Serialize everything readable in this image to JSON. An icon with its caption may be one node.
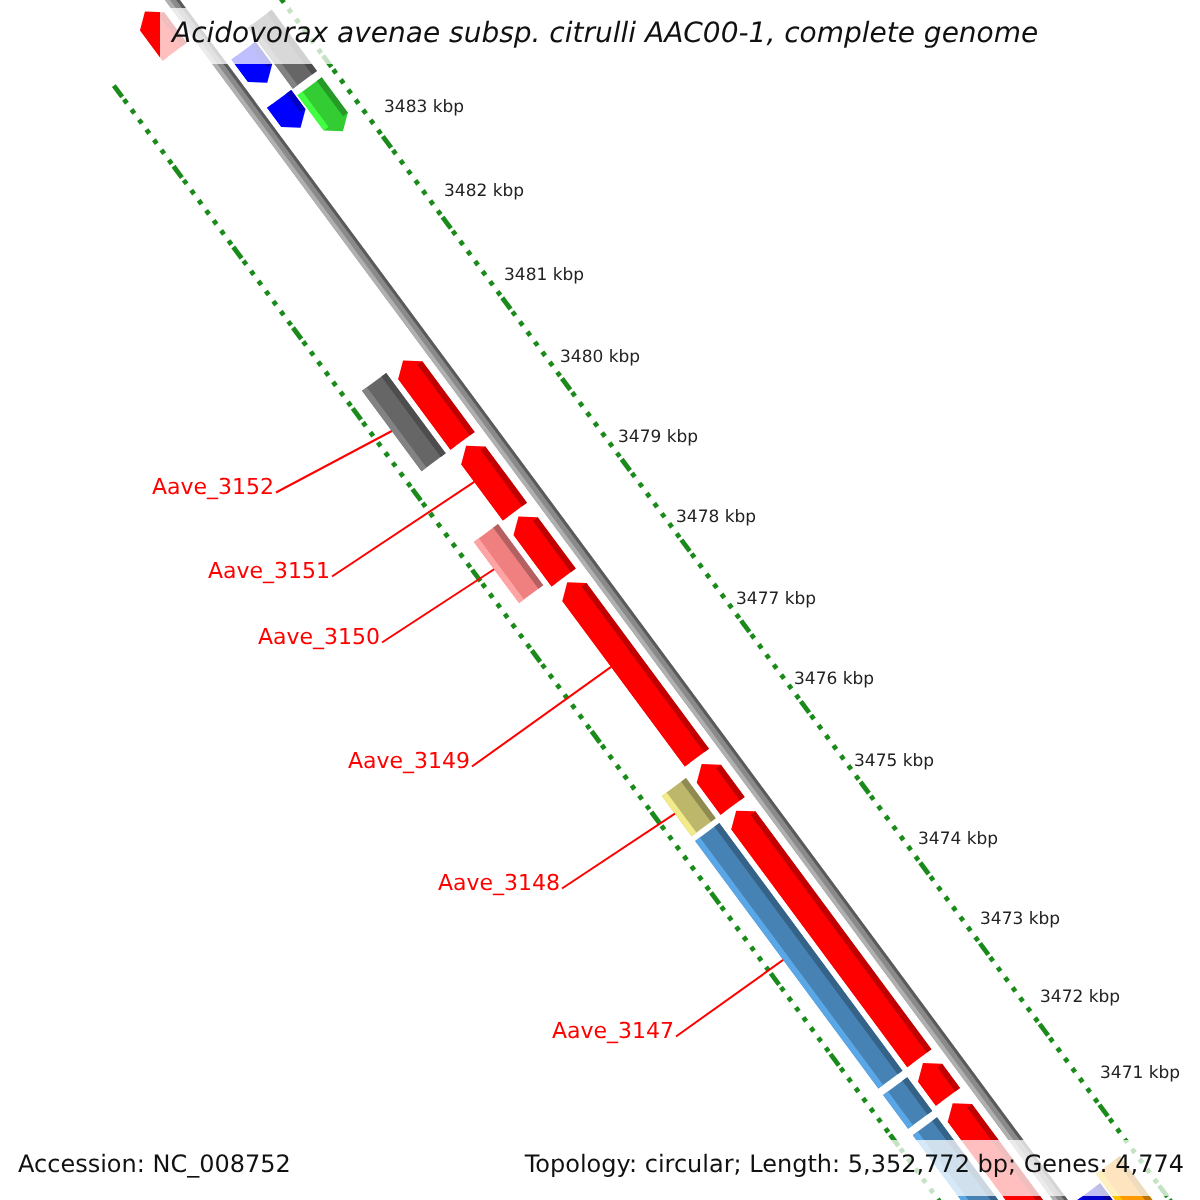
{
  "diagram": {
    "title": "Acidovorax avenae subsp. citrulli AAC00-1, complete genome",
    "nodes": [
      {
        "text": [
          "Aave_3152"
        ]
      },
      {
        "text": [
          "Aave_3151"
        ]
      },
      {
        "text": [
          "Aave_3150"
        ]
      },
      {
        "text": [
          "Aave_3149"
        ]
      },
      {
        "text": [
          "Aave_3148"
        ]
      },
      {
        "text": [
          "Aave_3147"
        ]
      },
      {
        "text": [],
        "shape": "bar"
      },
      {
        "text": [],
        "shape": "bar"
      },
      {
        "text": [],
        "shape": "bar"
      },
      {
        "text": [],
        "shape": "bar"
      },
      {
        "text": [],
        "shape": "bar"
      },
      {
        "text": [],
        "shape": "bar"
      }
    ],
    "edges": [
      {
        "from": 0,
        "to": 6,
        "arrow": "none"
      },
      {
        "from": 1,
        "to": 7,
        "arrow": "none"
      },
      {
        "from": 2,
        "to": 8,
        "arrow": "none"
      },
      {
        "from": 3,
        "to": 9,
        "arrow": "none"
      },
      {
        "from": 4,
        "to": 10,
        "arrow": "none"
      },
      {
        "from": 5,
        "to": 11,
        "arrow": "none"
      }
    ],
    "labels": [
      "3483 kbp",
      "3482 kbp",
      "3481 kbp",
      "3480 kbp",
      "3479 kbp",
      "3478 kbp",
      "3477 kbp",
      "3476 kbp",
      "3475 kbp",
      "3474 kbp",
      "3473 kbp",
      "3472 kbp",
      "3471 kbp",
      "Accession: NC_008752",
      "Topology: circular; Length: 5,352,772 bp; Genes: 4,774"
    ]
  }
}
